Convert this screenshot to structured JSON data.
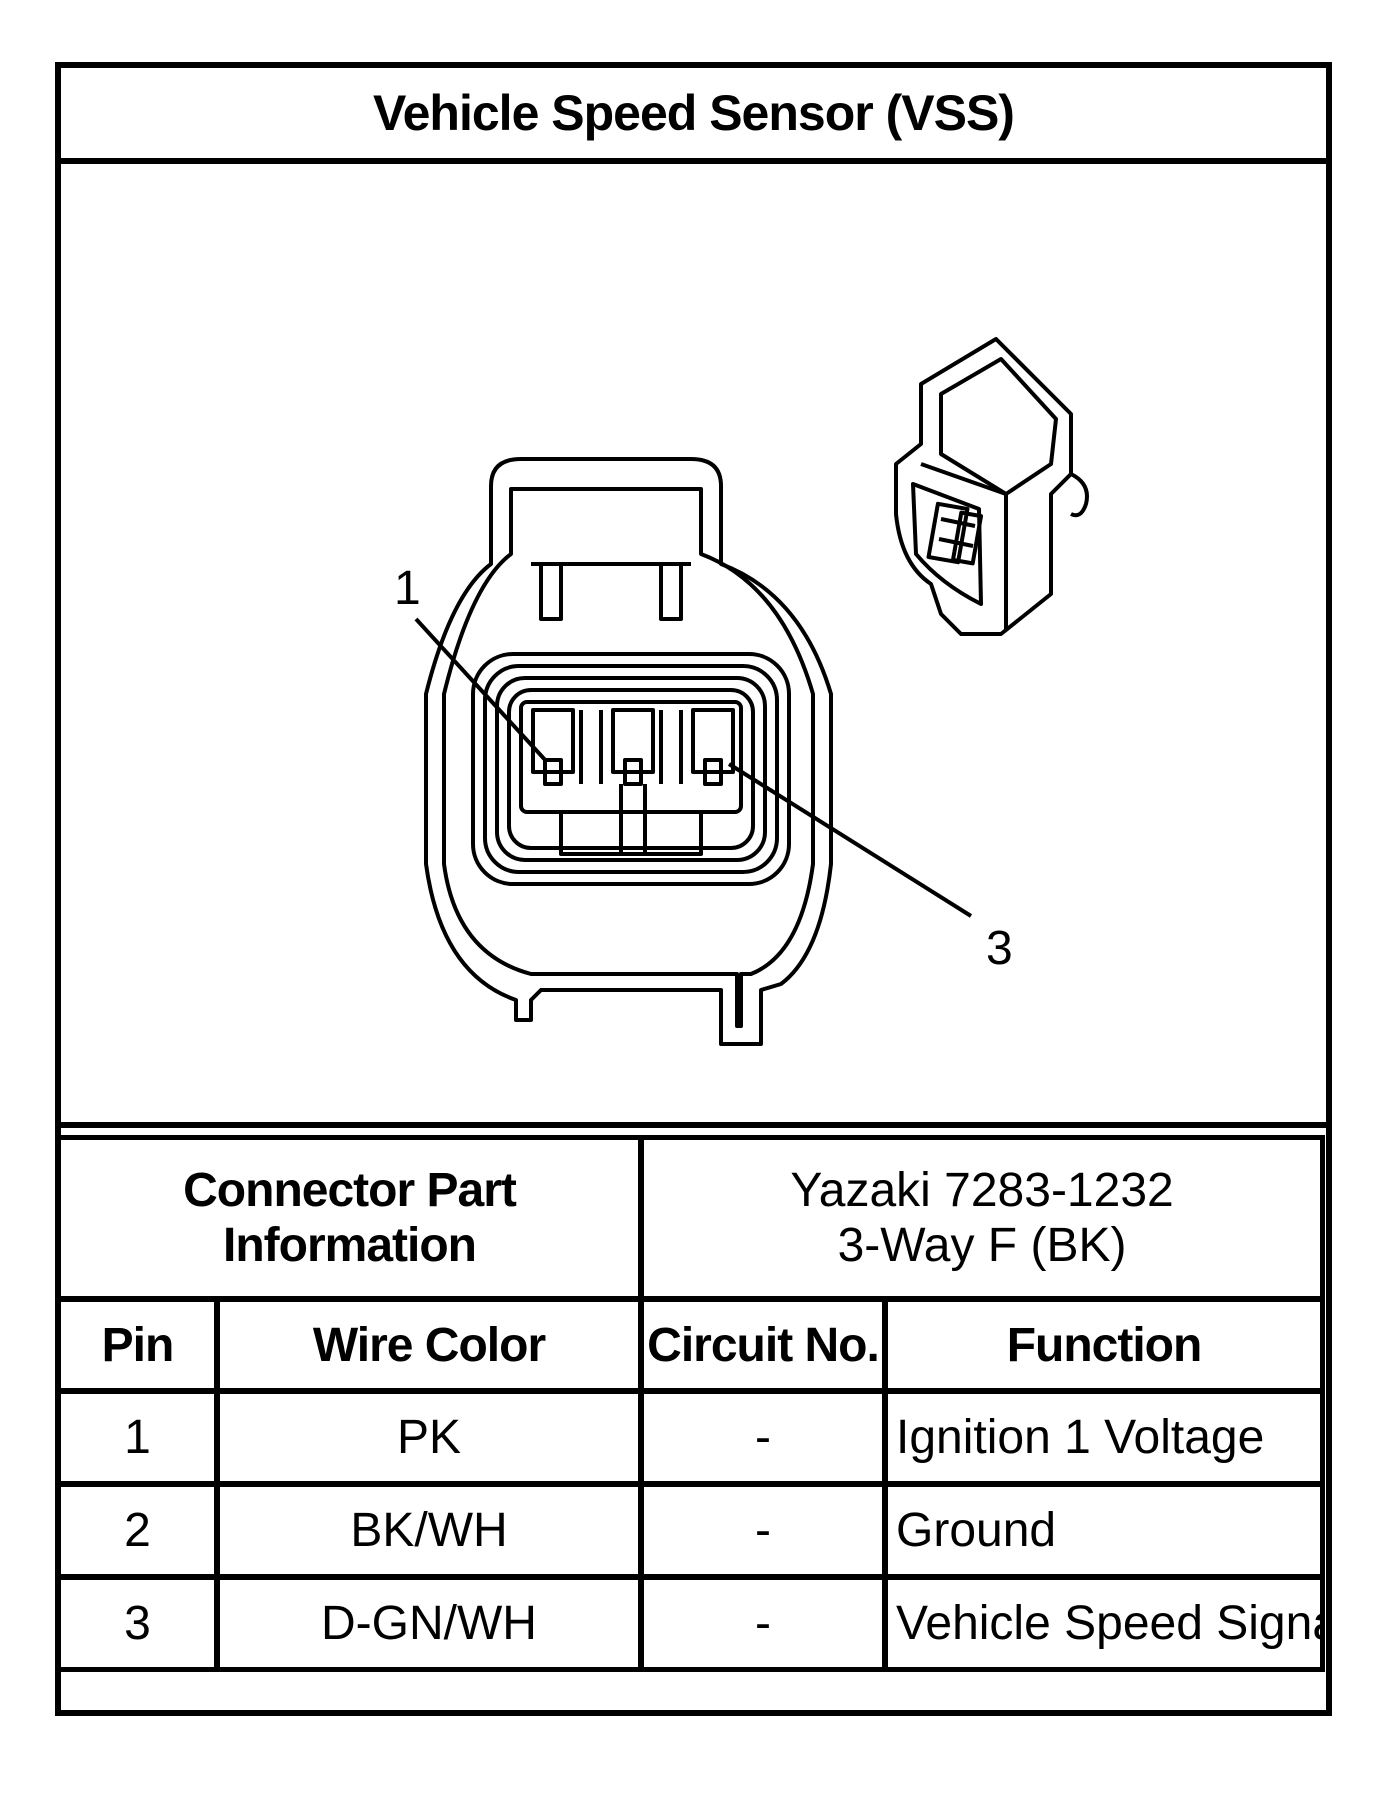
{
  "title": "Vehicle Speed Sensor (VSS)",
  "diagram": {
    "callouts": [
      "1",
      "3"
    ]
  },
  "connector": {
    "label": "Connector Part Information",
    "part_line1": "Yazaki 7283-1232",
    "part_line2": "3-Way F (BK)"
  },
  "table": {
    "headers": [
      "Pin",
      "Wire Color",
      "Circuit No.",
      "Function"
    ],
    "rows": [
      {
        "pin": "1",
        "wire_color": "PK",
        "circuit": "-",
        "function": "Ignition 1 Voltage"
      },
      {
        "pin": "2",
        "wire_color": "BK/WH",
        "circuit": "-",
        "function": "Ground"
      },
      {
        "pin": "3",
        "wire_color": "D-GN/WH",
        "circuit": "-",
        "function": "Vehicle Speed Signal"
      }
    ]
  },
  "colors": {
    "line": "#000000",
    "background": "#ffffff"
  }
}
